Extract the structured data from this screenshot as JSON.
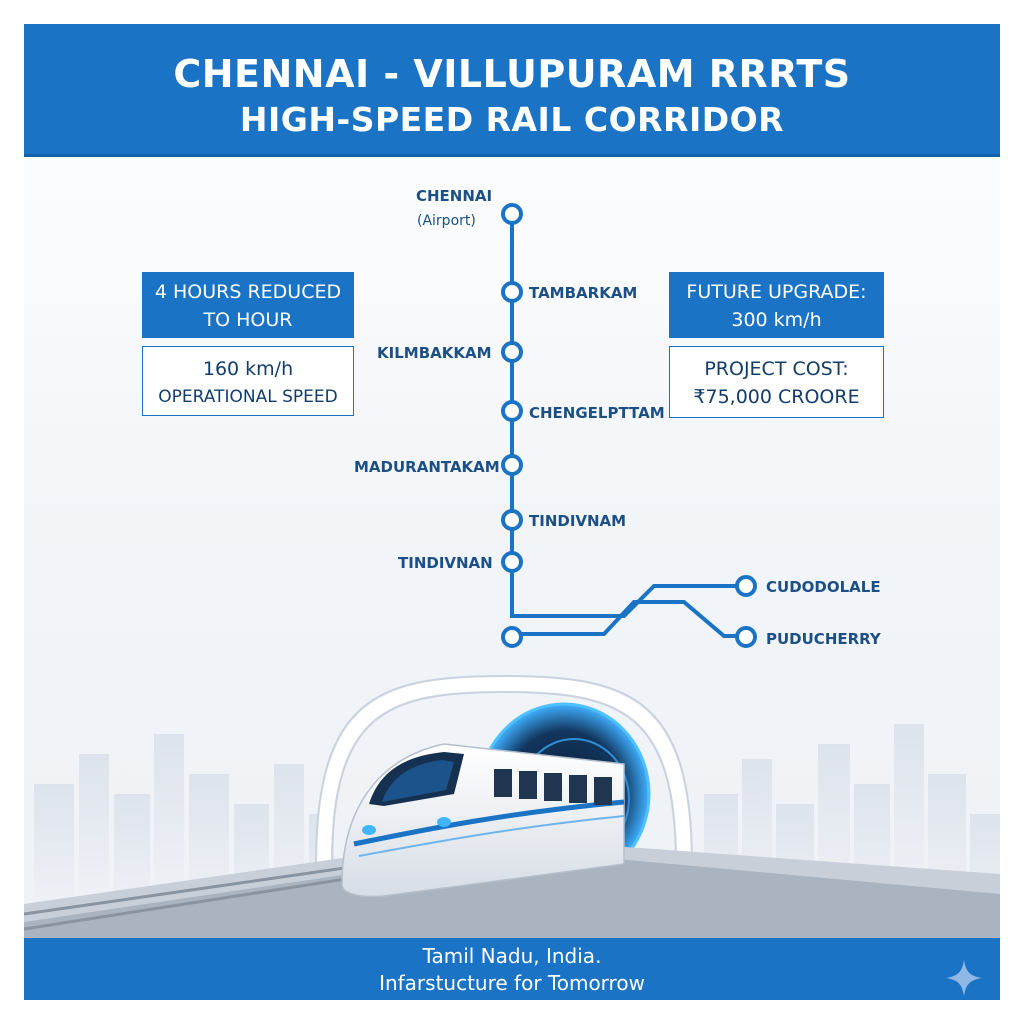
{
  "header": {
    "title_line1": "CHENNAI - VILLUPURAM RRRTS",
    "title_line2": "HIGH-SPEED RAIL CORRIDOR"
  },
  "stations": [
    {
      "name": "CHENNAI",
      "sub": "(Airport)"
    },
    {
      "name": "TAMBARKAM"
    },
    {
      "name": "KILMBAKKAM"
    },
    {
      "name": "CHENGELPTTAM"
    },
    {
      "name": "MADURANTAKAM"
    },
    {
      "name": "TINDIVNAM"
    },
    {
      "name": "TINDIVNAN"
    },
    {
      "name": "CUDODOLALE"
    },
    {
      "name": "PUDUCHERRY"
    }
  ],
  "left_panel": {
    "time_line1": "4 HOURS REDUCED",
    "time_line2": "TO HOUR",
    "speed_value": "160 km/h",
    "speed_label": "OPERATIONAL SPEED"
  },
  "right_panel": {
    "upgrade_line1": "FUTURE UPGRADE:",
    "upgrade_line2": "300 km/h",
    "cost_line1": "PROJECT COST:",
    "cost_line2": "₹75,000 CROORE"
  },
  "footer": {
    "line1": "Tamil Nadu, India.",
    "line2": "Infarstucture for Tomorrow"
  },
  "icons": {
    "footer_icon": "sparkle-icon"
  },
  "colors": {
    "brand_blue": "#1a73c4",
    "text_dark_blue": "#1b4f86"
  }
}
